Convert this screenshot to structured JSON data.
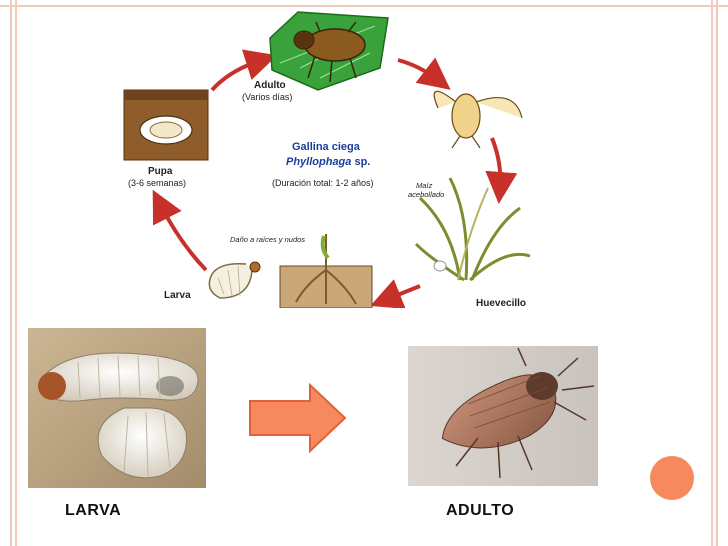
{
  "lifecycle": {
    "title_line1": "Gallina ciega",
    "title_species": "Phyllophaga",
    "title_sp": " sp.",
    "duration": "(Duración total: 1-2 años)",
    "stages": {
      "adult": {
        "label": "Adulto",
        "sub": "(Varios días)"
      },
      "pupa": {
        "label": "Pupa",
        "sub": "(3-6 semanas)"
      },
      "larva": {
        "label": "Larva"
      },
      "egg": {
        "label": "Huevecillo"
      },
      "maize_line1": "Maíz",
      "maize_line2": "acebollado",
      "damage": "Daño a raíces y nudos"
    }
  },
  "captions": {
    "larva": "LARVA",
    "adult": "ADULTO"
  },
  "colors": {
    "cycle_arrow": "#c8302a",
    "big_arrow": "#f7895f",
    "big_arrow_stroke": "#e0623a",
    "accent_dot": "#f7895f",
    "border": "#f2c9bd",
    "title_blue": "#1a3e9c"
  }
}
